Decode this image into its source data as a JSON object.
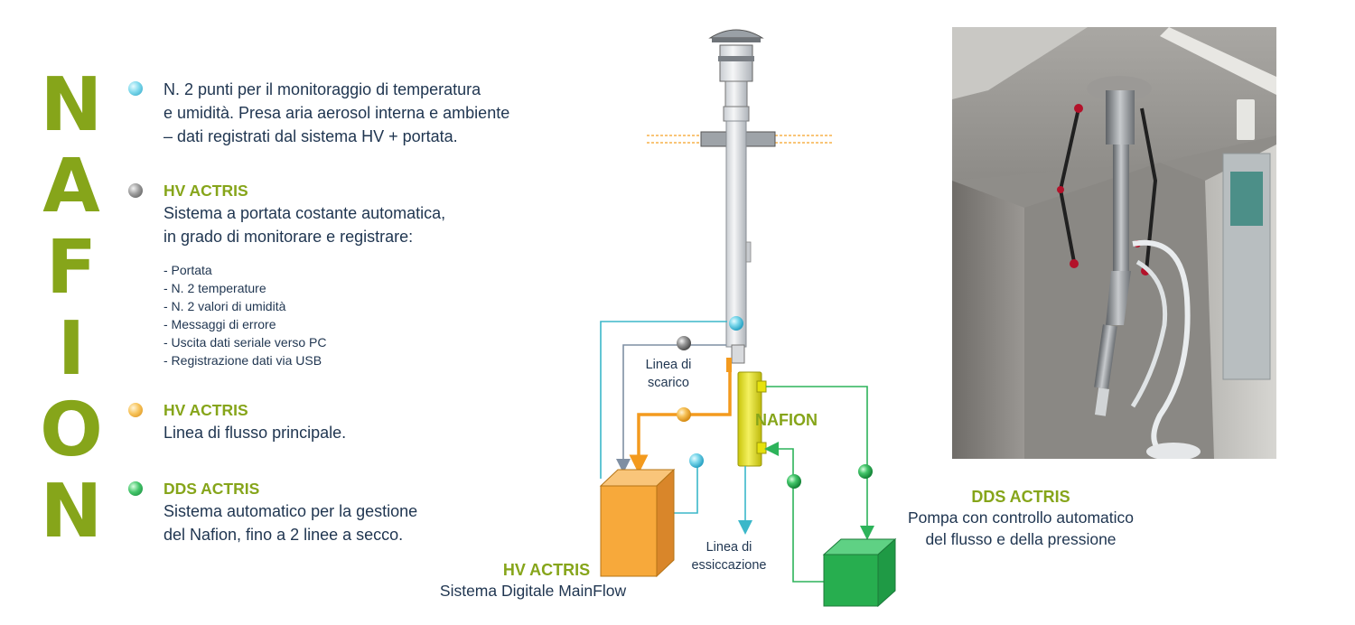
{
  "title_letters": [
    "N",
    "A",
    "F",
    "I",
    "O",
    "N"
  ],
  "legend": [
    {
      "dot": "cyan",
      "title": "",
      "lines": [
        "N. 2 punti per il monitoraggio di temperatura",
        "e umidità. Presa aria aerosol interna e ambiente",
        "– dati registrati dal sistema HV + portata."
      ]
    },
    {
      "dot": "grey",
      "title": "HV ACTRIS",
      "lines": [
        "Sistema a portata costante automatica,",
        "in grado di monitorare e registrare:"
      ],
      "sub": [
        "- Portata",
        "- N. 2 temperature",
        "- N. 2 valori di umidità",
        "- Messaggi di errore",
        "- Uscita dati seriale verso PC",
        "- Registrazione dati via USB"
      ]
    },
    {
      "dot": "orange",
      "title": "HV ACTRIS",
      "lines": [
        "Linea di flusso principale."
      ]
    },
    {
      "dot": "green",
      "title": "DDS ACTRIS",
      "lines": [
        "Sistema automatico per la gestione",
        "del Nafion, fino a 2 linee a secco."
      ]
    }
  ],
  "diagram": {
    "scarico_label": [
      "Linea di",
      "scarico"
    ],
    "nafion_label": "NAFION",
    "essiccazione_label": [
      "Linea di",
      "essiccazione"
    ],
    "hv_title": "HV ACTRIS",
    "hv_text": "Sistema Digitale MainFlow",
    "dds_title": "DDS ACTRIS",
    "dds_text": [
      "Pompa con controllo automatico",
      "del flusso e della pressione"
    ]
  },
  "colors": {
    "brand_green": "#86a51a",
    "text_navy": "#1f3550",
    "line_cyan": "#3bb7c9",
    "line_grey": "#7f8fa3",
    "line_orange": "#f39a1e",
    "line_green": "#2db35a",
    "nafion_yellow": "#e6e20c",
    "hv_box": "#f7a93b",
    "dds_box": "#27ae4f"
  }
}
